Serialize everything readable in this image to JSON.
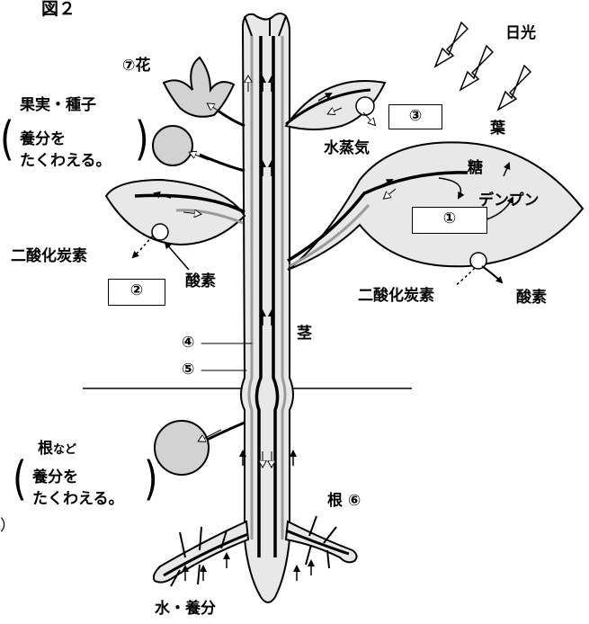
{
  "figure_title": "図２",
  "sunlight": "日光",
  "leaf": "葉",
  "flower": "⑦花",
  "fruit_seed": "果実・種子",
  "fruit_store_1": "養分を",
  "fruit_store_2": "たくわえる。",
  "water_vapor": "水蒸気",
  "sugar": "糖",
  "starch": "デンプン",
  "co2_left": "二酸化炭素",
  "o2_left": "酸素",
  "co2_right": "二酸化炭素",
  "o2_right": "酸素",
  "stem": "茎",
  "label_4": "④",
  "label_5": "⑤",
  "root_etc": "根",
  "root_etc_small": "など",
  "root_store_1": "養分を",
  "root_store_2": "たくわえる。",
  "root_6": "根 ⑥",
  "water_nutrients": "水・養分",
  "blank_1": "①",
  "blank_2": "②",
  "blank_3": "③",
  "stray_paren": "）",
  "colors": {
    "line": "#000000",
    "tube_gray": "#9a9a9a",
    "fill_light": "#e6e6e6",
    "fill_mid": "#d2d2d2"
  }
}
